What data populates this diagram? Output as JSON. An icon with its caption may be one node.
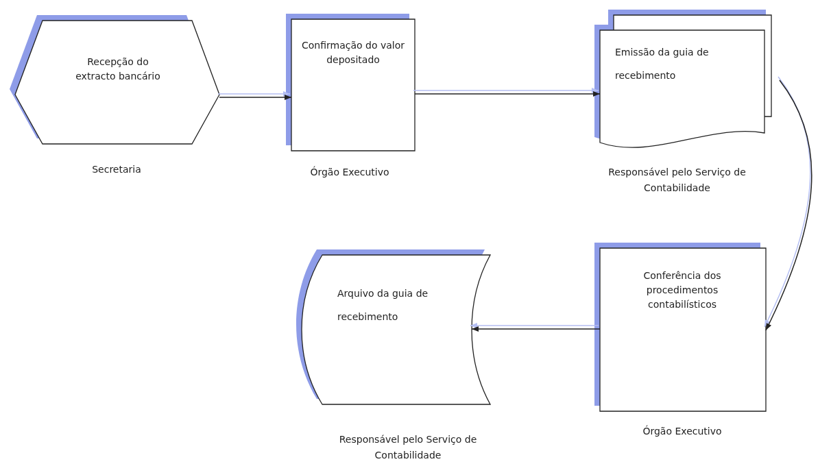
{
  "diagram": {
    "nodes": [
      {
        "text": [
          "Recepção do extracto bancário"
        ],
        "beside": [
          "Secretaria"
        ]
      },
      {
        "text": [
          "Confirmação do valor depositado"
        ],
        "beside": [
          "Órgão Executivo"
        ]
      },
      {
        "text": [
          "Emissão da guia de recebimento"
        ],
        "beside": [
          "Responsável pelo Serviço de Contabilidade"
        ]
      },
      {
        "text": [
          "Conferência dos procedimentos contabilísticos"
        ],
        "beside": [
          "Órgão Executivo"
        ]
      },
      {
        "text": [
          "Arquivo da guia de recebimento"
        ],
        "beside": [
          "Responsável pelo Serviço de Contabilidade"
        ]
      }
    ],
    "edges": [
      {
        "from": 0,
        "to": 1,
        "arrow": "to"
      },
      {
        "from": 1,
        "to": 2,
        "arrow": "to"
      },
      {
        "from": 2,
        "to": 3,
        "arrow": "to"
      },
      {
        "from": 3,
        "to": 4,
        "arrow": "to"
      }
    ]
  }
}
